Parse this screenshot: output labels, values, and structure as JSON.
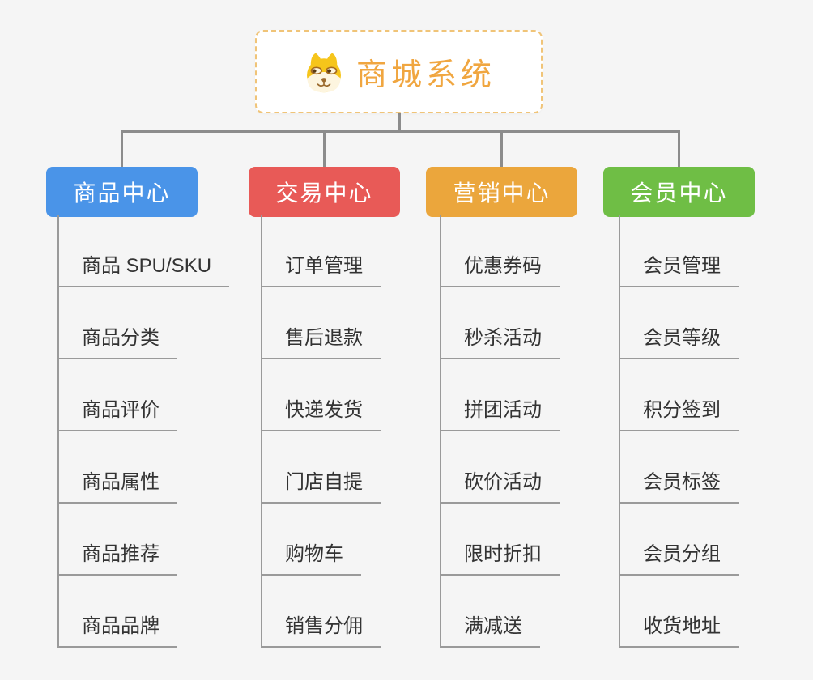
{
  "root": {
    "title": "商城系统",
    "icon": "dog-face-icon"
  },
  "branches": [
    {
      "id": "product-center",
      "label": "商品中心",
      "color": "#4A94E8",
      "children": [
        "商品 SPU/SKU",
        "商品分类",
        "商品评价",
        "商品属性",
        "商品推荐",
        "商品品牌"
      ]
    },
    {
      "id": "trade-center",
      "label": "交易中心",
      "color": "#E85A57",
      "children": [
        "订单管理",
        "售后退款",
        "快递发货",
        "门店自提",
        "购物车",
        "销售分佣"
      ]
    },
    {
      "id": "marketing-center",
      "label": "营销中心",
      "color": "#EBA63C",
      "children": [
        "优惠券码",
        "秒杀活动",
        "拼团活动",
        "砍价活动",
        "限时折扣",
        "满减送"
      ]
    },
    {
      "id": "member-center",
      "label": "会员中心",
      "color": "#6FBE45",
      "children": [
        "会员管理",
        "会员等级",
        "积分签到",
        "会员标签",
        "会员分组",
        "收货地址"
      ]
    }
  ],
  "style": {
    "background": "#F5F5F5",
    "root_title_color": "#F0A640",
    "root_border_color": "#F0C478",
    "connector_color": "#8C8C8C",
    "underline_color": "#9A9A9A",
    "child_text_color": "#333333"
  }
}
